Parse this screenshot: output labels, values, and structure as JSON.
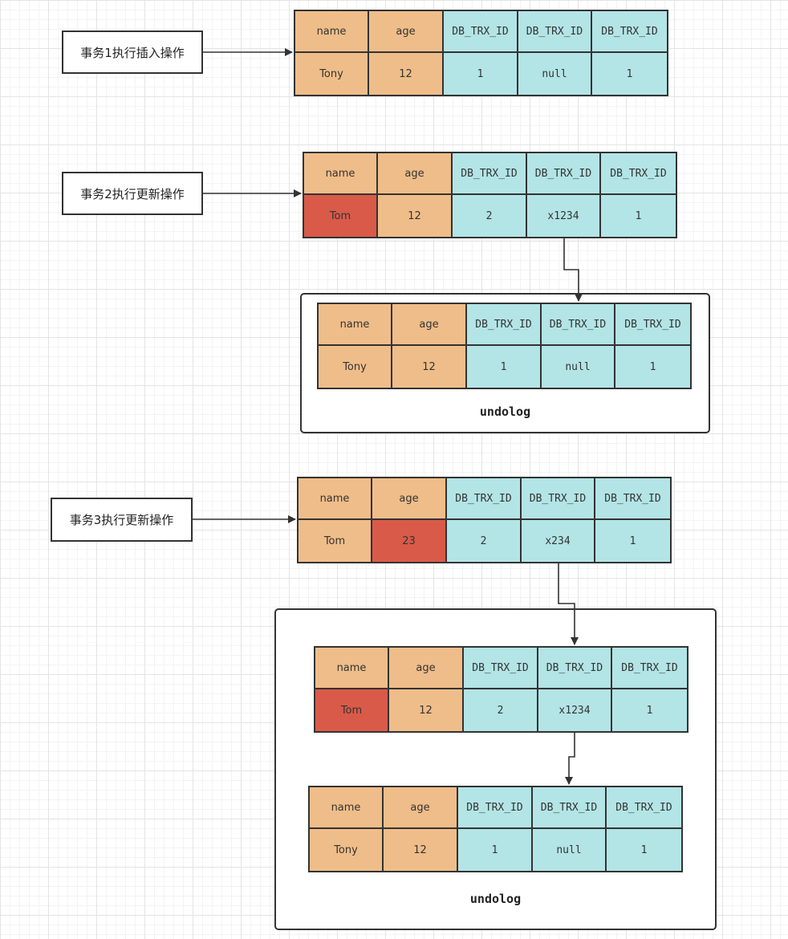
{
  "colors": {
    "field_fill": "#efbd89",
    "meta_fill": "#b3e4e6",
    "changed_fill": "#d95a49",
    "stroke": "#333333"
  },
  "headers": [
    "name",
    "age",
    "DB_TRX_ID",
    "DB_TRX_ID",
    "DB_TRX_ID"
  ],
  "steps": [
    {
      "label": "事务1执行插入操作"
    },
    {
      "label": "事务2执行更新操作"
    },
    {
      "label": "事务3执行更新操作"
    }
  ],
  "undolog_label": "undolog",
  "records": [
    {
      "values": [
        "Tony",
        "12",
        "1",
        "null",
        "1"
      ],
      "changed": []
    },
    {
      "values": [
        "Tom",
        "12",
        "2",
        "x1234",
        "1"
      ],
      "changed": [
        0
      ]
    },
    {
      "values": [
        "Tony",
        "12",
        "1",
        "null",
        "1"
      ],
      "changed": []
    },
    {
      "values": [
        "Tom",
        "23",
        "2",
        "x234",
        "1"
      ],
      "changed": [
        1
      ]
    },
    {
      "values": [
        "Tom",
        "12",
        "2",
        "x1234",
        "1"
      ],
      "changed": [
        0
      ]
    },
    {
      "values": [
        "Tony",
        "12",
        "1",
        "null",
        "1"
      ],
      "changed": []
    }
  ]
}
